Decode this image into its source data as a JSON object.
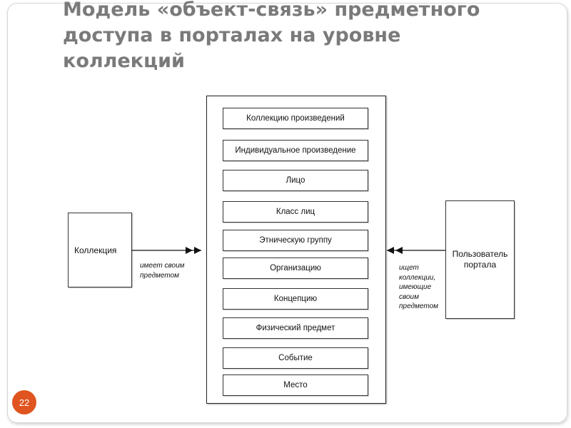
{
  "slide": {
    "title_lines": [
      "Модель «объект-связь» предметного",
      "доступа в порталах на уровне",
      "коллекций"
    ],
    "page_number": "22",
    "page_badge_color": "#e0541f"
  },
  "diagram": {
    "left_entity": "Коллекция",
    "right_entity": "Пользователь портала",
    "left_relation_lines": [
      "имеет своим",
      "предметом"
    ],
    "right_relation_lines": [
      "ищет",
      "коллекции,",
      "имеющие",
      "своим",
      "предметом"
    ],
    "categories": [
      "Коллекцию  произведений",
      "Индивидуальное произведение",
      "Лицо",
      "Класс лиц",
      "Этническую группу",
      "Организацию",
      "Концепцию",
      "Физический предмет",
      "Событие",
      "Место"
    ]
  }
}
